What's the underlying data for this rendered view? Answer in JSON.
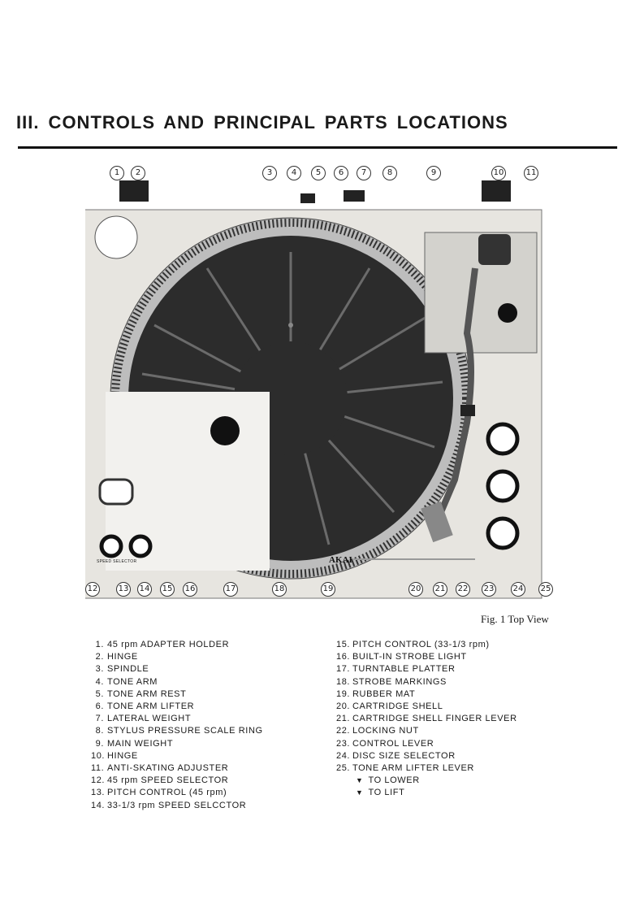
{
  "heading": "III. CONTROLS AND PRINCIPAL PARTS LOCATIONS",
  "figure": {
    "caption": "Fig. 1 Top View",
    "brand": "AKAI",
    "top_callouts": [
      "1",
      "2",
      "3",
      "4",
      "5",
      "6",
      "7",
      "8",
      "9",
      "10",
      "11"
    ],
    "bottom_callouts": [
      "12",
      "13",
      "14",
      "15",
      "16",
      "17",
      "18",
      "19",
      "20",
      "21",
      "22",
      "23",
      "24",
      "25"
    ],
    "speed_label": "SPEED SELECTOR"
  },
  "parts_left": [
    {
      "num": "1.",
      "label": "45 rpm ADAPTER HOLDER"
    },
    {
      "num": "2.",
      "label": "HINGE"
    },
    {
      "num": "3.",
      "label": "SPINDLE"
    },
    {
      "num": "4.",
      "label": "TONE ARM"
    },
    {
      "num": "5.",
      "label": "TONE ARM REST"
    },
    {
      "num": "6.",
      "label": "TONE ARM LIFTER"
    },
    {
      "num": "7.",
      "label": "LATERAL WEIGHT"
    },
    {
      "num": "8.",
      "label": "STYLUS PRESSURE SCALE RING"
    },
    {
      "num": "9.",
      "label": "MAIN WEIGHT"
    },
    {
      "num": "10.",
      "label": "HINGE"
    },
    {
      "num": "11.",
      "label": "ANTI-SKATING ADJUSTER"
    },
    {
      "num": "12.",
      "label": "45 rpm SPEED SELECTOR"
    },
    {
      "num": "13.",
      "label": "PITCH CONTROL (45 rpm)"
    },
    {
      "num": "14.",
      "label": "33-1/3 rpm SPEED SELCCTOR"
    }
  ],
  "parts_right": [
    {
      "num": "15.",
      "label": "PITCH CONTROL (33-1/3 rpm)"
    },
    {
      "num": "16.",
      "label": "BUILT-IN STROBE LIGHT"
    },
    {
      "num": "17.",
      "label": "TURNTABLE PLATTER"
    },
    {
      "num": "18.",
      "label": "STROBE MARKINGS"
    },
    {
      "num": "19.",
      "label": "RUBBER MAT"
    },
    {
      "num": "20.",
      "label": "CARTRIDGE SHELL"
    },
    {
      "num": "21.",
      "label": "CARTRIDGE SHELL FINGER LEVER"
    },
    {
      "num": "22.",
      "label": "LOCKING NUT"
    },
    {
      "num": "23.",
      "label": "CONTROL LEVER"
    },
    {
      "num": "24.",
      "label": "DISC SIZE SELECTOR"
    },
    {
      "num": "25.",
      "label": "TONE ARM LIFTER LEVER"
    }
  ],
  "lever_notes": [
    {
      "symbol": "▼",
      "label": "TO LOWER"
    },
    {
      "symbol": "▼",
      "label": "TO LIFT"
    }
  ]
}
